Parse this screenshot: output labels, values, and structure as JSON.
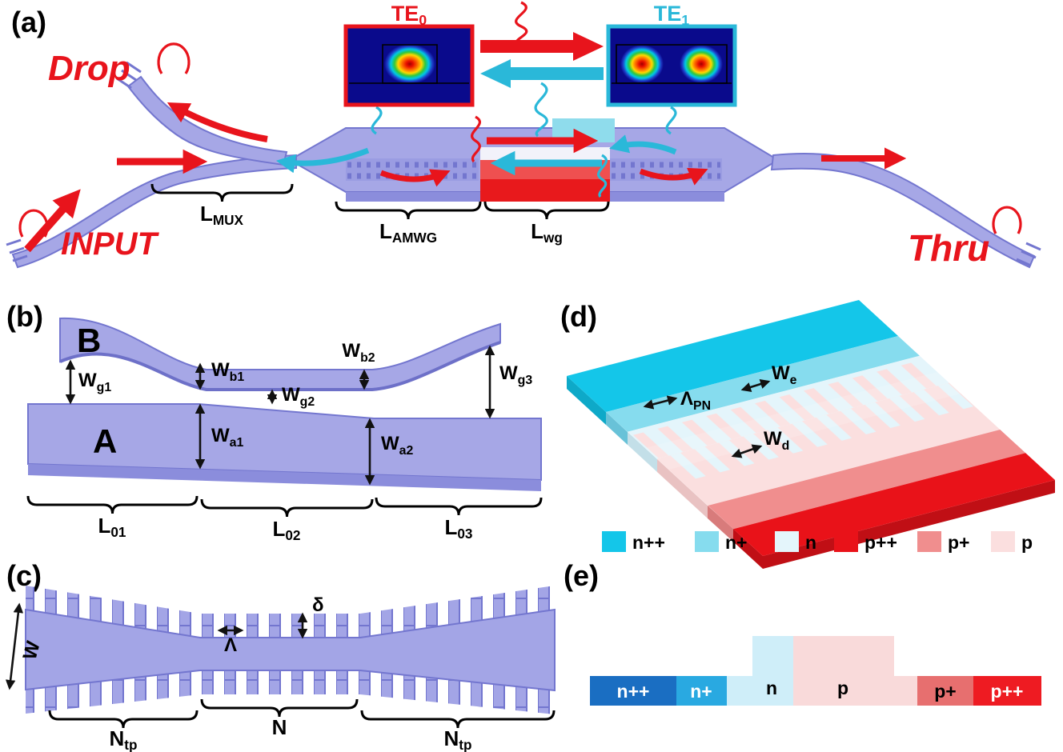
{
  "figure": {
    "panel_a": {
      "tag": "(a)",
      "port_drop": "Drop",
      "port_input": "INPUT",
      "port_thru": "Thru",
      "mode0": {
        "main": "TE",
        "sub": "0"
      },
      "mode1": {
        "main": "TE",
        "sub": "1"
      },
      "dim_lmux": {
        "main": "L",
        "sub": "MUX"
      },
      "dim_lamwg": {
        "main": "L",
        "sub": "AMWG"
      },
      "dim_lwg": {
        "main": "L",
        "sub": "wg"
      }
    },
    "panel_b": {
      "tag": "(b)",
      "label_b": "B",
      "label_a": "A",
      "dim_wg1": {
        "main": "W",
        "sub": "g1"
      },
      "dim_wb1": {
        "main": "W",
        "sub": "b1"
      },
      "dim_wb2": {
        "main": "W",
        "sub": "b2"
      },
      "dim_wg2": {
        "main": "W",
        "sub": "g2"
      },
      "dim_wg3": {
        "main": "W",
        "sub": "g3"
      },
      "dim_wa1": {
        "main": "W",
        "sub": "a1"
      },
      "dim_wa2": {
        "main": "W",
        "sub": "a2"
      },
      "dim_l01": {
        "main": "L",
        "sub": "01"
      },
      "dim_l02": {
        "main": "L",
        "sub": "02"
      },
      "dim_l03": {
        "main": "L",
        "sub": "03"
      }
    },
    "panel_c": {
      "tag": "(c)",
      "dim_w": "W",
      "dim_lambda": "Λ",
      "dim_delta": "δ",
      "dim_ntp_left": {
        "main": "N",
        "sub": "tp"
      },
      "dim_n": "N",
      "dim_ntp_right": {
        "main": "N",
        "sub": "tp"
      }
    },
    "panel_d": {
      "tag": "(d)",
      "dim_lambda_pn": {
        "main": "Λ",
        "sub": "PN"
      },
      "dim_we": {
        "main": "W",
        "sub": "e"
      },
      "dim_wd": {
        "main": "W",
        "sub": "d"
      },
      "legend": [
        {
          "label": "n++",
          "color": "#14c6e9"
        },
        {
          "label": "n+",
          "color": "#86dcee"
        },
        {
          "label": "n",
          "color": "#e4f5fb"
        },
        {
          "label": "p++",
          "color": "#e91219"
        },
        {
          "label": "p+",
          "color": "#f08e8e"
        },
        {
          "label": "p",
          "color": "#fbdfdf"
        }
      ]
    },
    "panel_e": {
      "tag": "(e)",
      "segments": [
        {
          "label": "n++",
          "color": "#1a6ec2",
          "text_color": "#ffffff"
        },
        {
          "label": "n+",
          "color": "#29a9e1",
          "text_color": "#ffffff"
        },
        {
          "label": "n",
          "color": "#cfeef9",
          "text_color": "#000000"
        },
        {
          "label": "p",
          "color": "#f9dada",
          "text_color": "#000000"
        },
        {
          "label": "p+",
          "color": "#e76f6f",
          "text_color": "#000000"
        },
        {
          "label": "p++",
          "color": "#ee1b22",
          "text_color": "#ffffff"
        }
      ]
    },
    "colors": {
      "te0_red": "#e8141c",
      "te1_cyan": "#2ab8d9",
      "waveguide": "#a6a7e6",
      "waveguide_edge": "#7376cf"
    }
  }
}
